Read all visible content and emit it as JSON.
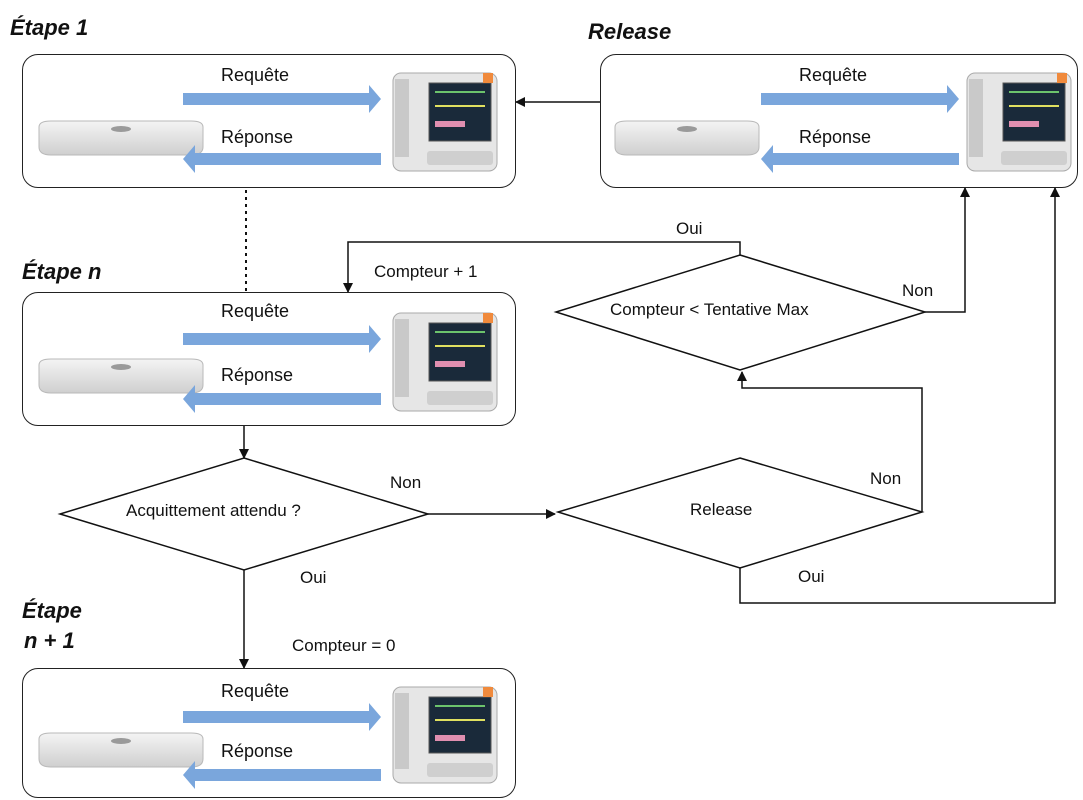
{
  "stages": {
    "etape1": {
      "title": "Étape 1",
      "request": "Requête",
      "response": "Réponse"
    },
    "release": {
      "title": "Release",
      "request": "Requête",
      "response": "Réponse"
    },
    "etapen": {
      "title": "Étape n",
      "request": "Requête",
      "response": "Réponse"
    },
    "etapen1": {
      "title_line1": "Étape",
      "title_line2": "n + 1",
      "request": "Requête",
      "response": "Réponse"
    }
  },
  "decisions": {
    "ack": "Acquittement attendu ?",
    "release": "Release",
    "counter": "Compteur < Tentative Max"
  },
  "edge_labels": {
    "counter_plus": "Compteur + 1",
    "counter_reset": "Compteur = 0",
    "ack_non": "Non",
    "ack_oui": "Oui",
    "release_non": "Non",
    "release_oui": "Oui",
    "counter_oui": "Oui",
    "counter_non": "Non"
  },
  "colors": {
    "arrow_fill": "#7aa6dc",
    "line": "#111111"
  }
}
